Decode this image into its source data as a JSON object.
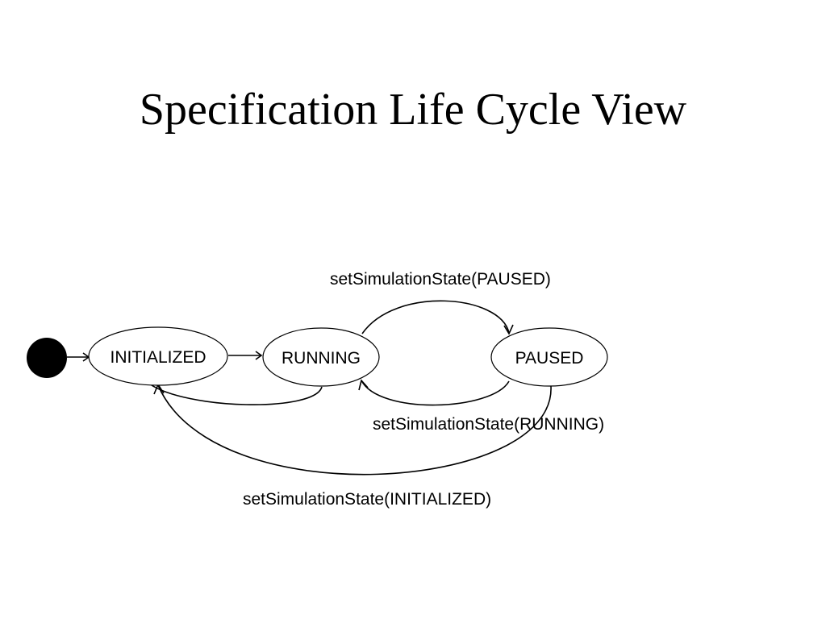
{
  "title": "Specification Life Cycle View",
  "states": {
    "initialized": "INITIALIZED",
    "running": "RUNNING",
    "paused": "PAUSED"
  },
  "transitions": {
    "to_paused": "setSimulationState(PAUSED)",
    "to_running": "setSimulationState(RUNNING)",
    "to_initialized": "setSimulationState(INITIALIZED)"
  },
  "colors": {
    "stroke": "#000000",
    "background": "#ffffff"
  }
}
